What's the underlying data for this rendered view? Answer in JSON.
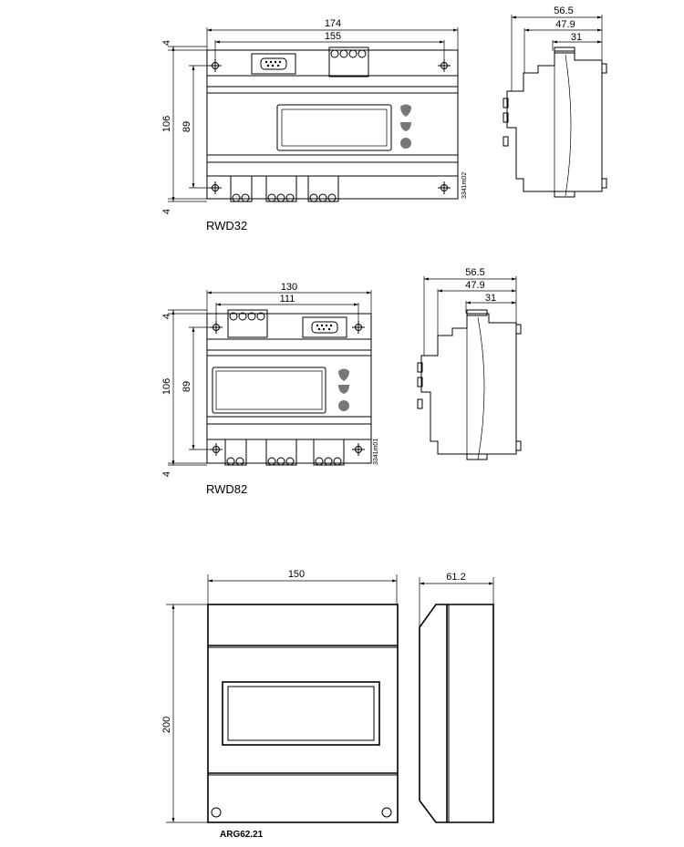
{
  "rwd32": {
    "model": "RWD32",
    "front": {
      "width_overall": "174",
      "width_holes": "155",
      "height_overall": "106",
      "height_holes": "89",
      "offset_top": "4",
      "offset_bottom": "4",
      "drawing_no": "3341m02"
    },
    "side": {
      "depth_overall": "56.5",
      "depth_mid": "47.9",
      "depth_rail": "31"
    }
  },
  "rwd82": {
    "model": "RWD82",
    "front": {
      "width_overall": "130",
      "width_holes": "111",
      "height_overall": "106",
      "height_holes": "89",
      "offset_top": "4",
      "offset_bottom": "4",
      "drawing_no": "3341m01"
    },
    "side": {
      "depth_overall": "56.5",
      "depth_mid": "47.9",
      "depth_rail": "31"
    }
  },
  "arg62": {
    "model": "ARG62.21",
    "front": {
      "width": "150",
      "height": "200"
    },
    "side": {
      "depth": "61.2"
    }
  }
}
